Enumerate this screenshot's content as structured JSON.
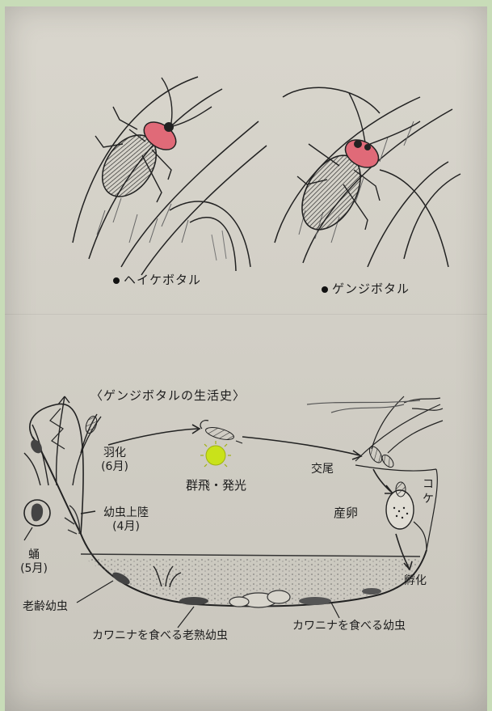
{
  "top_section": {
    "heike_caption": "ヘイケボタル",
    "genji_caption": "ゲンジボタル"
  },
  "lifecycle": {
    "title": "〈ゲンジボタルの生活史〉",
    "labels": {
      "emergence": "羽化",
      "emergence_month": "(6月)",
      "swarm": "群飛・発光",
      "mating": "交尾",
      "egg_laying": "産卵",
      "moss": "コケ",
      "larva_landing": "幼虫上陸",
      "larva_landing_month": "(4月)",
      "pupa": "蛹",
      "pupa_month": "(5月)",
      "old_larva": "老齢幼虫",
      "hatching": "孵化",
      "mature_larva_eating": "カワニナを食べる老熟幼虫",
      "larva_eating": "カワニナを食べる幼虫"
    }
  },
  "colors": {
    "pronotum": "#e06a78",
    "glow": "#c9e21a",
    "ink": "#1d1d1d"
  }
}
